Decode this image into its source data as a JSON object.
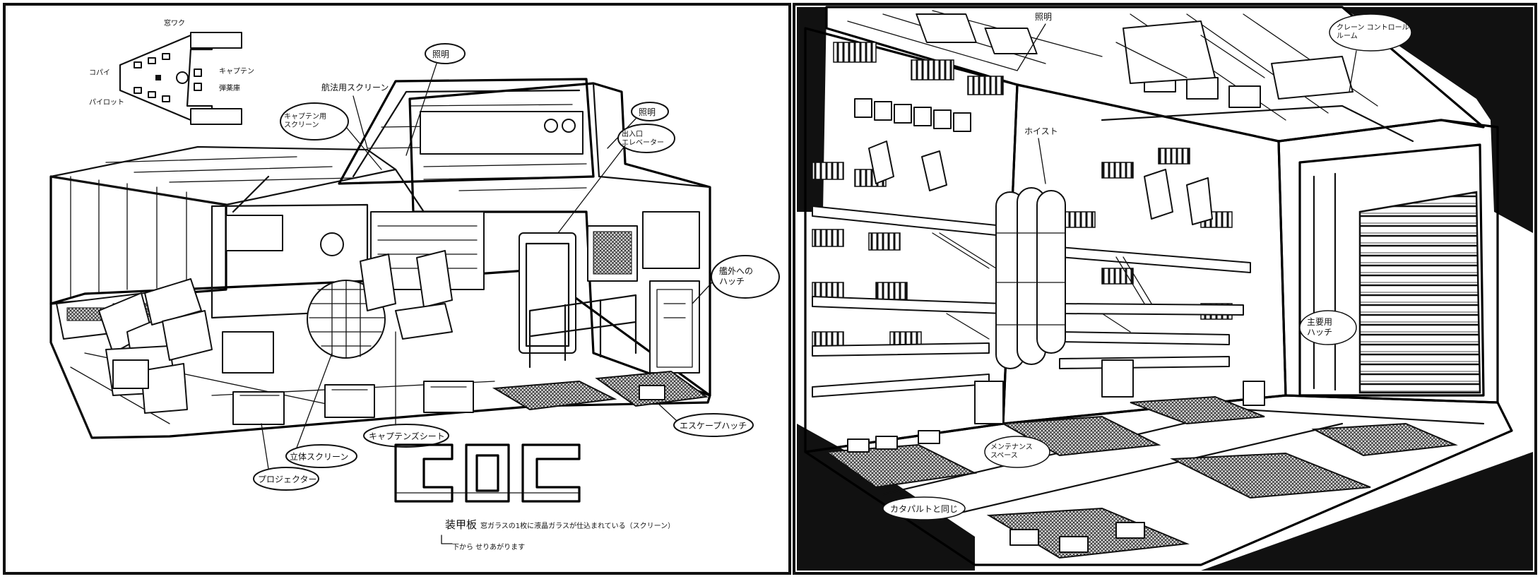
{
  "left_panel": {
    "floorplan": {
      "top": "窓ワク",
      "left_top": "コパイ",
      "left_bottom": "パイロット",
      "right_1": "キャプテン",
      "right_2": "弾薬庫"
    },
    "labels": {
      "lighting_top": "照明",
      "nav_screen": "航法用スクリーン",
      "captain_screen": "キャプテン用\nスクリーン",
      "lighting": "照明",
      "entrance": "出入口\nエレベーター",
      "outer_hatch": "艦外への\nハッチ",
      "stereo_screen": "立体スクリーン",
      "projector": "プロジェクター",
      "captain_seat": "キャプテンズシート",
      "escape_hatch": "エスケープハッチ",
      "armor_note_head": "装甲板",
      "armor_note_body": "窓ガラスの1枚に液晶ガラスが仕込まれている（スクリーン）",
      "armor_note_sub": "下から せりあがります"
    }
  },
  "right_panel": {
    "labels": {
      "lighting": "照明",
      "crane": "クレーン コントロール\nルーム",
      "hoist": "ホイスト",
      "maintenance_space": "メンテナンス\nスペース",
      "catapult_same": "カタパルトと同じ",
      "hangar_door": "主要用\nハッチ"
    }
  }
}
